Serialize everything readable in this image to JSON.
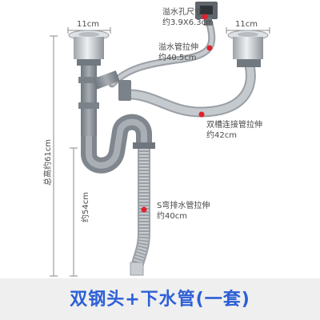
{
  "labels": {
    "left_sink_width": "11cm",
    "right_sink_width": "11cm",
    "overflow_hole_size_title": "溢水孔尺寸",
    "overflow_hole_size_value": "约3.9X6.3cm",
    "overflow_pipe_title": "溢水管拉伸",
    "overflow_pipe_value": "约40.5cm",
    "double_sink_pipe_title": "双槽连接管拉伸",
    "double_sink_pipe_value": "约42cm",
    "total_height": "总高约61cm",
    "trap_height": "约54cm",
    "s_trap_pipe_title": "S弯排水管拉伸",
    "s_trap_pipe_value": "约40cm"
  },
  "banner": {
    "text": "双钢头+下水管(一套)"
  },
  "colors": {
    "pipe_gray": "#8a9199",
    "hose_gray": "#b4b9bf",
    "steel": "#c9ccd0",
    "marker_red": "#e0202a",
    "banner_blue": "#2c5fd6"
  }
}
